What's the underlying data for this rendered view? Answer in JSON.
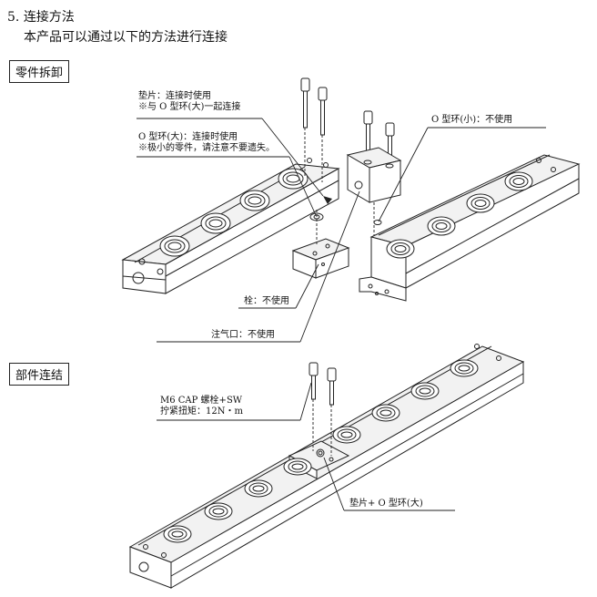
{
  "heading": {
    "number": "5.",
    "title": "连接方法"
  },
  "intro": "本产品可以通过以下的方法进行连接",
  "section1": {
    "title": "零件拆卸",
    "label_washer_1": "垫片：连接时使用",
    "label_washer_2": "※与 O 型环(大)一起连接",
    "label_oring_large_1": "O 型环(大)：连接时使用",
    "label_oring_large_2": "※极小的零件，请注意不要遗失。",
    "label_oring_small": "O 型环(小)：不使用",
    "label_plug": "栓：不使用",
    "label_port": "注气口：不使用"
  },
  "section2": {
    "title": "部件连结",
    "label_bolt_1": "M6 CAP 螺栓+SW",
    "label_bolt_2": "拧紧扭矩：12N・m",
    "label_washer_oring": "垫片+ O 型环(大)"
  }
}
